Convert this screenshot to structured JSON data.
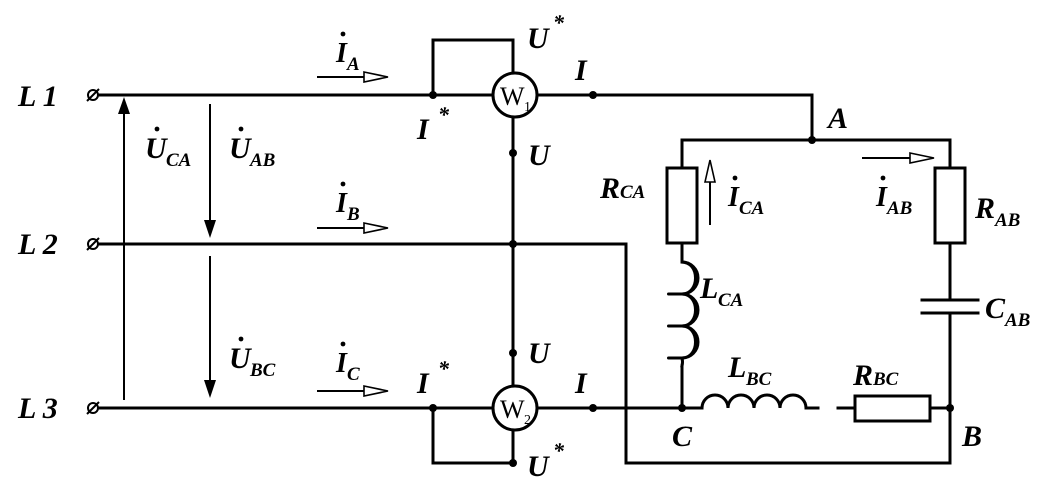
{
  "lines": {
    "l1": "L 1",
    "l2": "L 2",
    "l3": "L 3"
  },
  "currents": {
    "ia": {
      "base": "I",
      "sub": "A"
    },
    "ib": {
      "base": "I",
      "sub": "B"
    },
    "ic": {
      "base": "I",
      "sub": "C"
    },
    "ica": {
      "base": "I",
      "sub": "CA"
    },
    "iab": {
      "base": "I",
      "sub": "AB"
    }
  },
  "voltages": {
    "uca": {
      "base": "U",
      "sub": "CA"
    },
    "uab": {
      "base": "U",
      "sub": "AB"
    },
    "ubc": {
      "base": "U",
      "sub": "BC"
    }
  },
  "wattmeters": {
    "w1": {
      "base": "W",
      "sub": "1"
    },
    "w2": {
      "base": "W",
      "sub": "2"
    },
    "terminal_u_star": "U",
    "terminal_u": "U",
    "terminal_i_star": "I",
    "terminal_i": "I",
    "star": "*"
  },
  "nodes": {
    "a": "A",
    "b": "B",
    "c": "C"
  },
  "components": {
    "rca": {
      "base": "R",
      "sub": "CA"
    },
    "rab": {
      "base": "R",
      "sub": "AB"
    },
    "lca": {
      "base": "L",
      "sub": "CA"
    },
    "lbc": {
      "base": "L",
      "sub": "BC"
    },
    "rbc": {
      "base": "R",
      "sub": "BC"
    },
    "cab": {
      "base": "C",
      "sub": "AB"
    }
  }
}
